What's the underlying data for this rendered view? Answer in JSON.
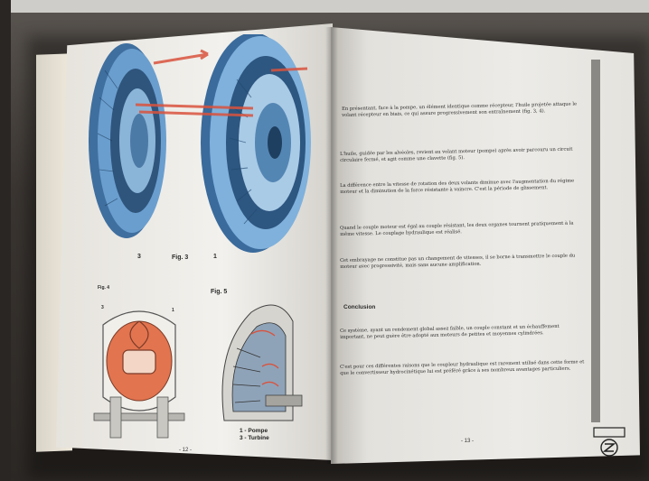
{
  "left_page": {
    "fig3_label": "Fig. 3",
    "fig3_num_3": "3",
    "fig3_num_1": "1",
    "fig4_label": "Fig. 4",
    "fig4_num_3": "3",
    "fig4_num_1": "1",
    "fig5_label": "Fig. 5",
    "legend_1": "1 - Pompe",
    "legend_2": "3 - Turbine",
    "page_number": "- 12 -"
  },
  "right_page": {
    "p1": "En présentant, face à la pompe, un élément identique comme récepteur, l'huile projetée attaque le volant récepteur en biais, ce qui assure progressivement son entraînement (fig. 3, 4).",
    "p2": "L'huile, guidée par les alvéoles, revient au volant moteur (pompe) après avoir parcouru un circuit circulaire fermé, et agit comme une clavette (fig. 5).",
    "p3": "La différence entre la vitesse de rotation des deux volants diminue avec l'augmentation du régime moteur et la diminution de la force résistante à vaincre. C'est la période de glissement.",
    "p4": "Quand le couple moteur est égal au couple résistant, les deux organes tournent pratiquement à la même vitesse. Le couplage hydraulique est réalisé.",
    "p5": "Cet embrayage ne constitue pas un changement de vitesses, il se borne à transmettre le couple du moteur avec progressivité, mais sans aucune amplification.",
    "conclusion_heading": "Conclusion",
    "p6": "Ce système, ayant un rendement global assez faible, un couple constant et un échauffement important, ne peut guère être adopté aux moteurs de petites et moyennes cylindrées.",
    "p7": "C'est pour ces différentes raisons que le coupleur hydraulique est rarement utilisé dans cette forme et que le convertisseur hydrocinétique lui est préféré grâce à ses nombreux avantages particuliers.",
    "page_number": "- 13 -"
  },
  "colors": {
    "blueprint": "#4f86c0",
    "red_arrows": "#d9533e",
    "cutaway_red": "#e2744f"
  }
}
